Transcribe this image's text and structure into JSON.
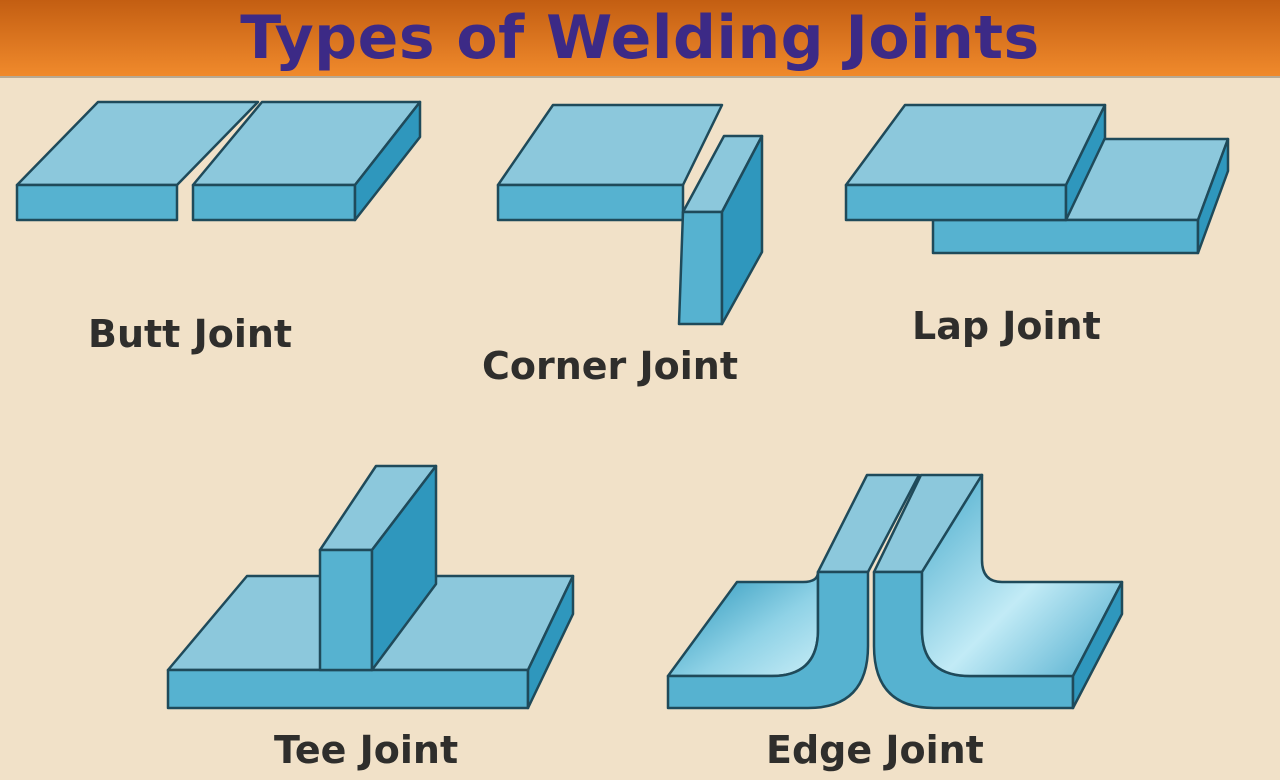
{
  "title": "Types of Welding Joints",
  "joints": {
    "butt": {
      "label": "Butt Joint"
    },
    "corner": {
      "label": "Corner Joint"
    },
    "lap": {
      "label": "Lap Joint"
    },
    "tee": {
      "label": "Tee Joint"
    },
    "edge": {
      "label": "Edge Joint"
    }
  },
  "colors": {
    "banner_top": "#c35e12",
    "banner_bottom": "#f08a2c",
    "title": "#3c2a86",
    "background": "#f1e1c8",
    "plate_top": "#8cc8dc",
    "plate_front": "#56b2d0",
    "plate_side": "#2f97bd",
    "outline": "#1f4a5a",
    "label": "#2f2e2c"
  }
}
